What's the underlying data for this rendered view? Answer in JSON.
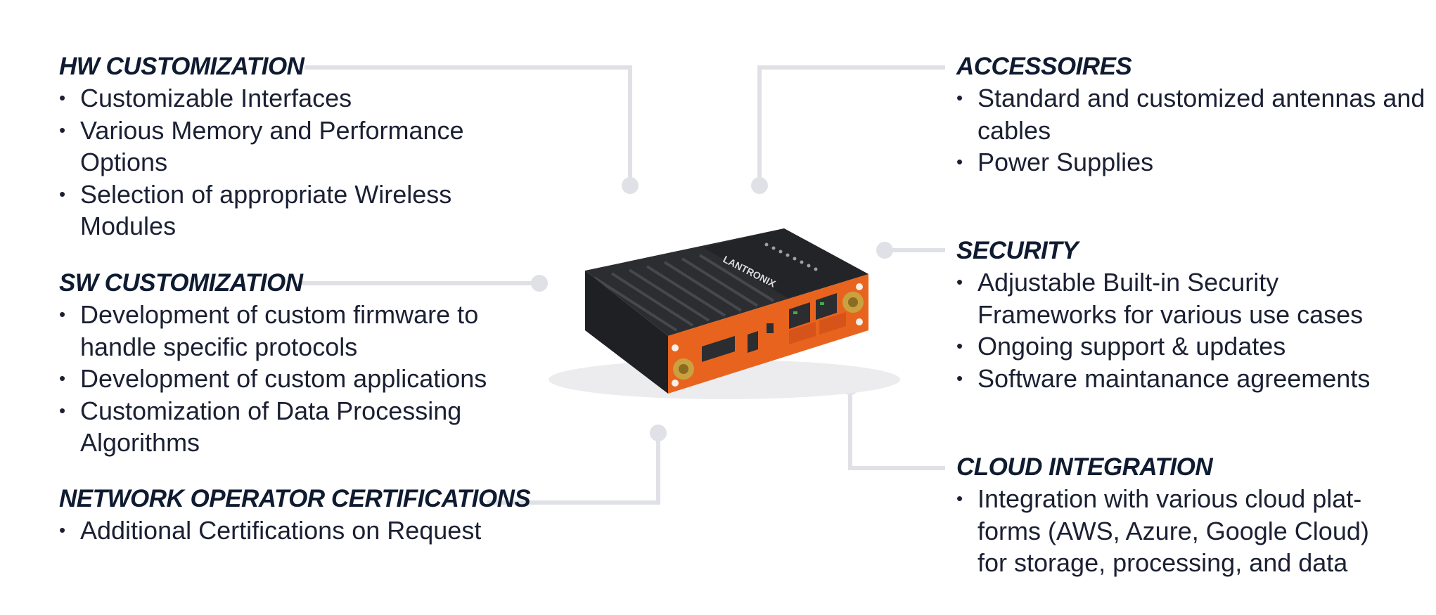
{
  "sections": {
    "hw": {
      "title": "HW CUSTOMIZATION",
      "items": [
        "Customizable Interfaces",
        "Various Memory and Performance Options",
        "Selection of appropriate Wireless Modules"
      ]
    },
    "sw": {
      "title": "SW CUSTOMIZATION",
      "items": [
        "Development of custom firmware to handle specific protocols",
        "Development of custom applications",
        "Customization of Data Processing Algorithms"
      ]
    },
    "network": {
      "title": "NETWORK OPERATOR CERTIFICATIONS",
      "items": [
        "Additional Certifications on Request"
      ]
    },
    "accessoires": {
      "title": "ACCESSOIRES",
      "items": [
        "Standard and customized antennas and cables",
        "Power Supplies"
      ]
    },
    "security": {
      "title": "SECURITY",
      "items": [
        "Adjustable Built-in Security Frameworks for various use cases",
        "Ongoing support & updates",
        "Software maintanance agreements"
      ]
    },
    "cloud": {
      "title": "CLOUD INTEGRATION",
      "items": [
        "Integration with various cloud plat-forms (AWS, Azure, Google Cloud) for storage, processing, and data"
      ]
    }
  },
  "device": {
    "brand": "LANTRONIX"
  },
  "colors": {
    "connector": "#dfe1e6",
    "heading": "#0f1b30",
    "text": "#1b2033",
    "device_body": "#2b2d31",
    "device_panel": "#e8641e"
  }
}
